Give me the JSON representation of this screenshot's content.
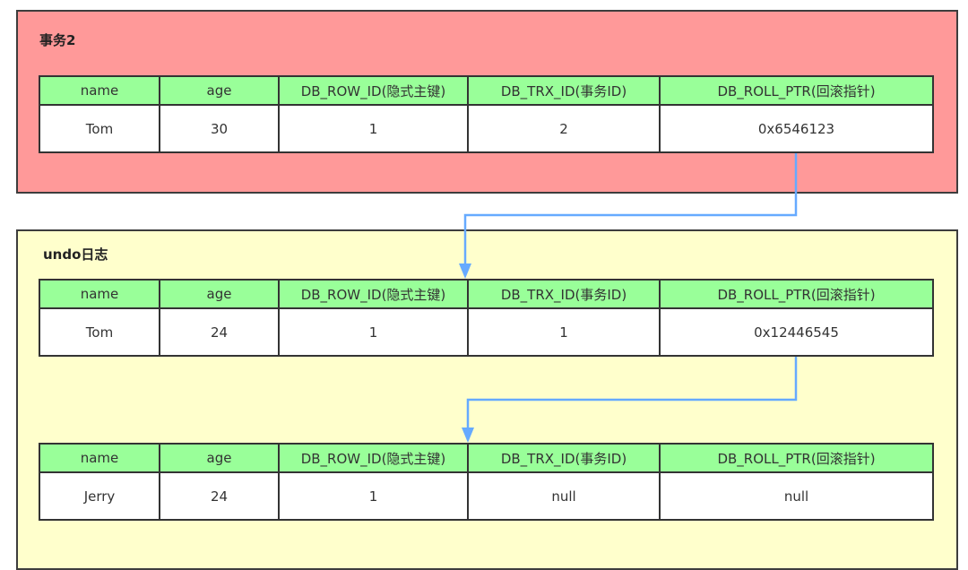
{
  "colors": {
    "transaction_box_bg": "#ff9999",
    "undo_box_bg": "#ffffcc",
    "header_bg": "#99ff99",
    "cell_bg": "#ffffff",
    "border": "#333333",
    "arrow": "#66aaff"
  },
  "columns": [
    "name",
    "age",
    "DB_ROW_ID(隐式主键)",
    "DB_TRX_ID(事务ID)",
    "DB_ROLL_PTR(回滚指针)"
  ],
  "transaction": {
    "title": "事务2",
    "record": {
      "name": "Tom",
      "age": "30",
      "db_row_id": "1",
      "db_trx_id": "2",
      "db_roll_ptr": "0x6546123"
    }
  },
  "undo_log": {
    "title": "undo日志",
    "records": [
      {
        "name": "Tom",
        "age": "24",
        "db_row_id": "1",
        "db_trx_id": "1",
        "db_roll_ptr": "0x12446545"
      },
      {
        "name": "Jerry",
        "age": "24",
        "db_row_id": "1",
        "db_trx_id": "null",
        "db_roll_ptr": "null"
      }
    ]
  },
  "arrows": [
    {
      "from": "transaction.record.db_roll_ptr",
      "to": "undo_log.records.0"
    },
    {
      "from": "undo_log.records.0.db_roll_ptr",
      "to": "undo_log.records.1"
    }
  ]
}
